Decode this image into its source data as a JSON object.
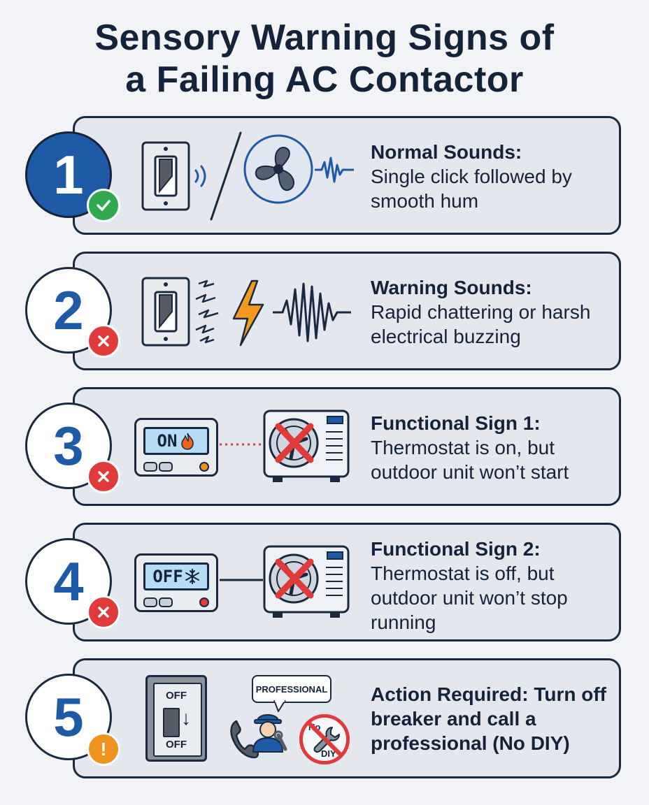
{
  "title": {
    "line1": "Sensory Warning Signs of",
    "line2": "a Failing AC Contactor"
  },
  "colors": {
    "navy": "#15233a",
    "blue": "#1f5aa6",
    "ok_green": "#2fa84f",
    "error_red": "#e03a3a",
    "alert_orange": "#f0921e",
    "bolt_orange": "#f29a1d",
    "screen_blue": "#b7dcf5"
  },
  "items": [
    {
      "number": "1",
      "status": "check-icon",
      "heading": "Normal Sounds:",
      "body": "Single click followed by smooth hum",
      "icons": [
        "wall-switch-icon",
        "sound-waves-icon",
        "fan-icon",
        "waveform-icon"
      ]
    },
    {
      "number": "2",
      "status": "x-icon",
      "heading": "Warning Sounds:",
      "body": "Rapid chattering or harsh electrical buzzing",
      "icons": [
        "wall-switch-icon",
        "sparks-icon",
        "lightning-icon",
        "jagged-waveform-icon"
      ]
    },
    {
      "number": "3",
      "status": "x-icon",
      "heading": "Functional Sign 1:",
      "body": "Thermostat is on, but outdoor unit won’t start",
      "thermostat_label": "ON",
      "icons": [
        "thermostat-icon",
        "flame-icon",
        "outdoor-unit-icon"
      ]
    },
    {
      "number": "4",
      "status": "x-icon",
      "heading": "Functional Sign 2:",
      "body": "Thermostat is off, but outdoor unit won’t stop running",
      "thermostat_label": "OFF",
      "icons": [
        "thermostat-icon",
        "snowflake-icon",
        "outdoor-unit-icon"
      ]
    },
    {
      "number": "5",
      "status": "exclamation-icon",
      "heading": "Action Required:",
      "body": "Turn off breaker and call a professional (No DIY)",
      "breaker_top": "OFF",
      "breaker_bottom": "OFF",
      "speech_bubble": "PROFESSIONAL",
      "no_diy_top": "No",
      "no_diy_bottom": "DIY",
      "icons": [
        "breaker-icon",
        "phone-icon",
        "technician-icon",
        "no-diy-icon"
      ]
    }
  ]
}
